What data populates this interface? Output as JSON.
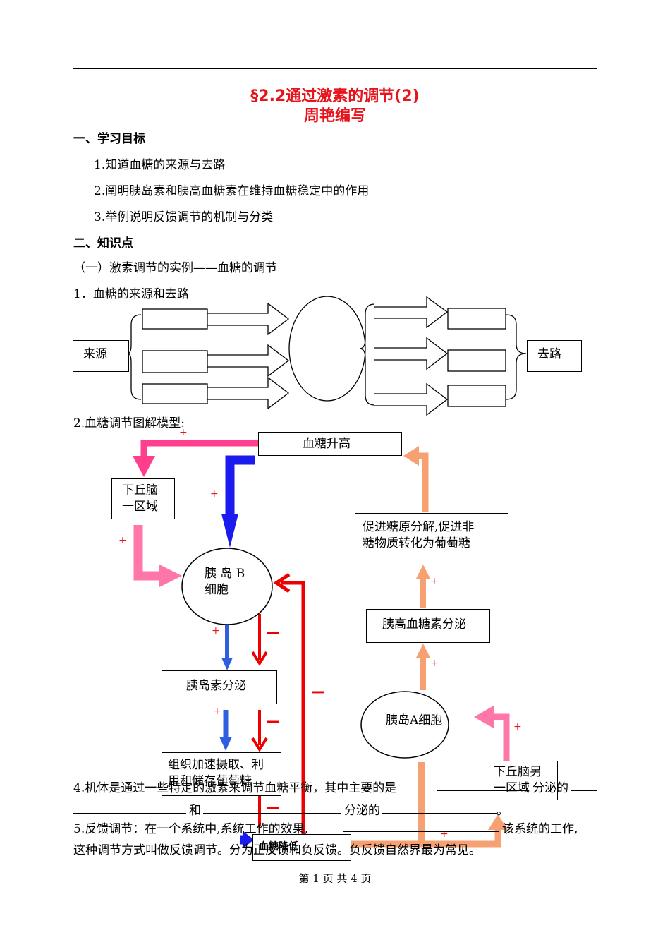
{
  "doc": {
    "title_line1": "§2.2通过激素的调节(2)",
    "title_line2": "周艳编写",
    "section1_heading": "一、学习目标",
    "goals": [
      "1.知道血糖的来源与去路",
      "2.阐明胰岛素和胰高血糖素在维持血糖稳定中的作用",
      "3.举例说明反馈调节的机制与分类"
    ],
    "section2_heading": "二、知识点",
    "subsection1": "（一）激素调节的实例——血糖的调节",
    "item1": "1．血糖的来源和去路",
    "source_label": "来源",
    "dest_label": "去路",
    "item2": "2.血糖调节图解模型:",
    "item4_line1_a": "4.机体是通过一些特定的激素来调节血糖平衡，其中主要的是",
    "item4_line1_b": "分泌的",
    "item4_line2_a": "和",
    "item4_line2_b": "分泌的",
    "item4_line2_c": "。",
    "item5_line1_a": "5.反馈调节：在一个系统中,系统工作的效果,",
    "item5_line1_b": "该系统的工作,",
    "item5_line2": "这种调节方式叫做反馈调节。分为正反馈和负反馈。负反馈自然界最为常见。",
    "footer": "第 1 页 共 4 页"
  },
  "diagram": {
    "high_sugar": "血糖升高",
    "hypothalamus1": "下丘脑\n一区域",
    "b_cell": "胰 岛 B\n细胞",
    "insulin_secretion": "胰岛素分泌",
    "tissue_uptake": "组织加速摄取、利\n用和储存葡萄糖",
    "low_sugar": "血糖降低",
    "glycogen": "促进糖原分解,促进非\n糖物质转化为葡萄糖",
    "glucagon_secretion": "胰高血糖素分泌",
    "a_cell": "胰岛A细胞",
    "hypothalamus2": "下丘脑另\n一区域",
    "plus": "+",
    "minus": "−"
  },
  "colors": {
    "title_red": "#e8141c",
    "pink": "#ff3f8e",
    "light_pink": "#ff77a8",
    "blue": "#1b1bf0",
    "mid_blue": "#2f5fe0",
    "red": "#ee0000",
    "orange": "#f7a072"
  }
}
